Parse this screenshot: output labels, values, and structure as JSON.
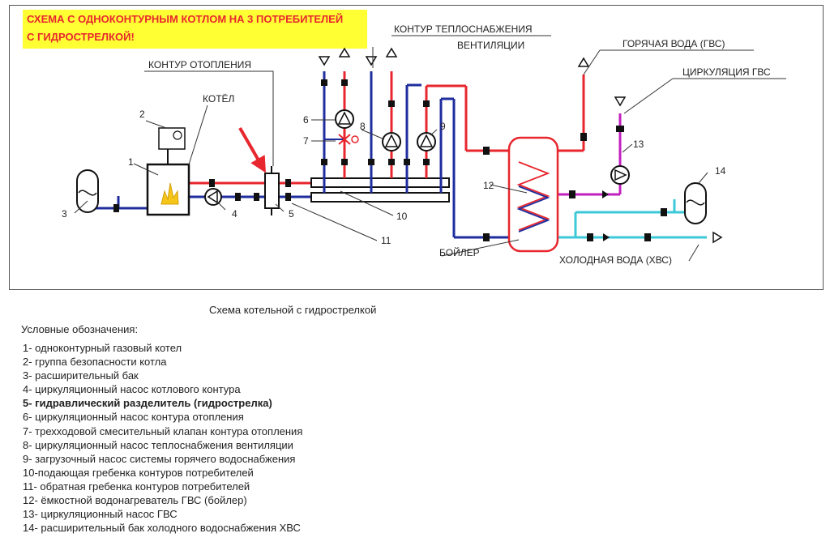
{
  "diagram": {
    "title_lines": [
      "СХЕМА С ОДНОКОНТУРНЫМ КОТЛОМ НА 3 ПОТРЕБИТЕЛЕЙ",
      "С ГИДРОСТРЕЛКОЙ!"
    ],
    "labels": {
      "heating_circuit": "КОНТУР ОТОПЛЕНИЯ",
      "ventilation_circuit_1": "КОНТУР ТЕПЛОСНАБЖЕНИЯ",
      "ventilation_circuit_2": "ВЕНТИЛЯЦИИ",
      "hot_water": "ГОРЯЧАЯ ВОДА  (ГВС)",
      "dhw_circulation": "ЦИРКУЛЯЦИЯ ГВС",
      "boiler_label": "КОТЁЛ",
      "tank_label": "БОЙЛЕР",
      "cold_water": "ХОЛОДНАЯ ВОДА  (ХВС)"
    },
    "callouts": [
      "1",
      "2",
      "3",
      "4",
      "5",
      "6",
      "7",
      "8",
      "9",
      "10",
      "11",
      "12",
      "13",
      "14"
    ],
    "colors": {
      "supply": "#e8262e",
      "return": "#1f2d9e",
      "hot_water": "#e8262e",
      "cold_water": "#3cc8d8",
      "circulation": "#c21fbf",
      "flame": "#f5c518"
    }
  },
  "caption": "Схема котельной с гидрострелкой",
  "legend": {
    "title": "Условные обозначения:",
    "items": [
      "1- одноконтурный газовый котел",
      "2- группа безопасности котла",
      "3- расширительный бак",
      "4- циркуляционный насос котлового контура",
      "5- гидравлический разделитель (гидрострелка)",
      "6- циркуляционный насос контура отопления",
      "7- трехходовой смесительный клапан контура отопления",
      "8- циркуляционный насос теплоснабжения вентиляции",
      "9- загрузочный насос системы горячего водоснабжения",
      "10-подающая гребенка контуров потребителей",
      "11- обратная гребенка контуров потребителей",
      "12- ёмкостной водонагреватель ГВС (бойлер)",
      "13- циркуляционный насос ГВС",
      "14- расширительный бак холодного водоснабжения ХВС"
    ],
    "bold_index": 4
  }
}
